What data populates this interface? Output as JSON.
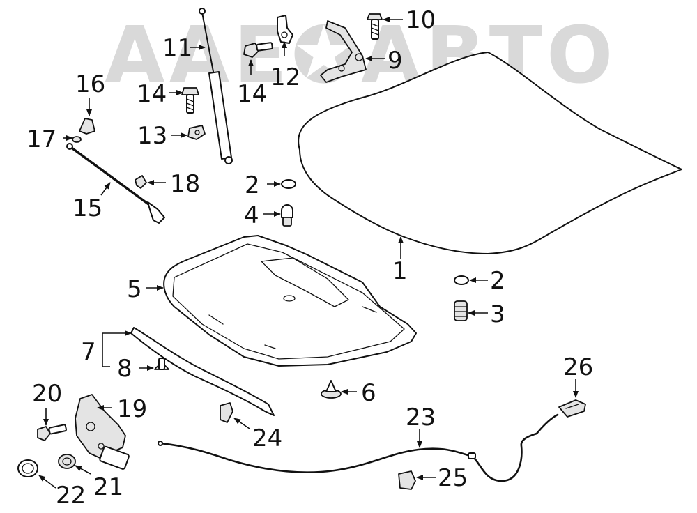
{
  "watermark": "AAE✪ABTO",
  "callouts": {
    "c1": "1",
    "c2a": "2",
    "c2b": "2",
    "c3": "3",
    "c4": "4",
    "c5": "5",
    "c6": "6",
    "c7": "7",
    "c8": "8",
    "c9": "9",
    "c10": "10",
    "c11": "11",
    "c12": "12",
    "c13": "13",
    "c14a": "14",
    "c14b": "14",
    "c15": "15",
    "c16": "16",
    "c17": "17",
    "c18": "18",
    "c19": "19",
    "c20": "20",
    "c21": "21",
    "c22": "22",
    "c23": "23",
    "c24": "24",
    "c25": "25",
    "c26": "26"
  },
  "colors": {
    "ink": "#111111",
    "watermark": "#d9d9d9",
    "part_shade": "#e4e4e4",
    "background": "#ffffff"
  }
}
